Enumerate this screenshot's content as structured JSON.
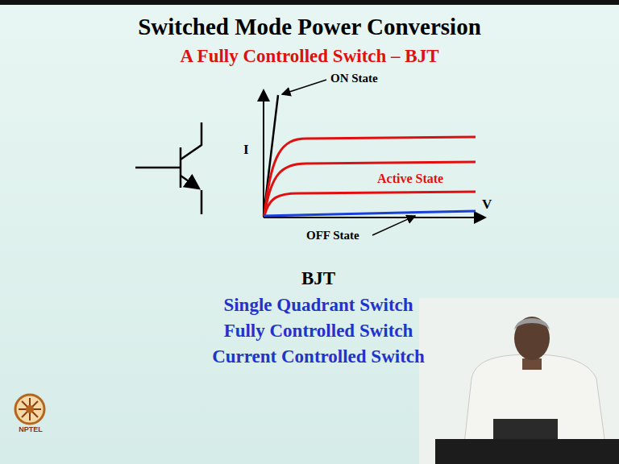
{
  "diagram": {
    "title": "Switched Mode Power Conversion",
    "labels": [
      "A Fully Controlled Switch – BJT",
      "ON State",
      "I",
      "Active State",
      "V",
      "OFF State",
      "BJT",
      "Single Quadrant Switch",
      "Fully Controlled Switch",
      "Current Controlled Switch",
      "NPTEL"
    ]
  }
}
